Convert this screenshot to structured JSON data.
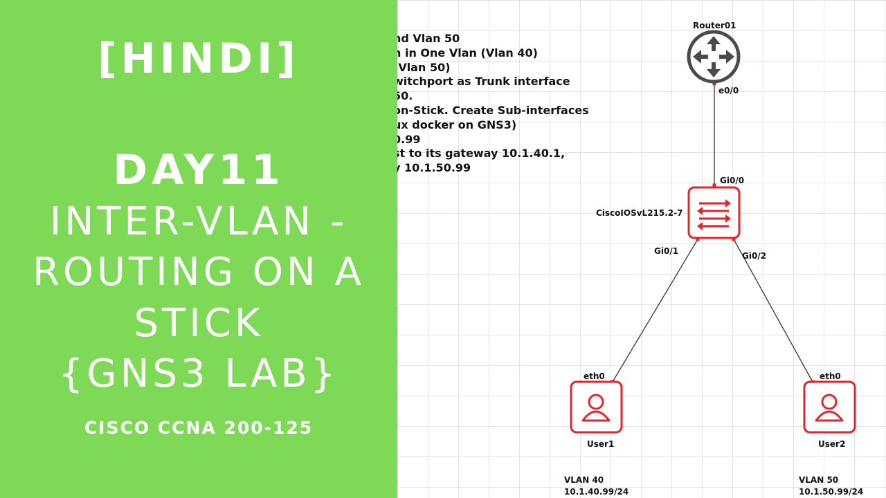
{
  "title_panel": {
    "tag": "[HINDI]",
    "day": "DAY11",
    "line1": "INTER-VLAN -",
    "line2": "ROUTING ON A",
    "line3": "STICK",
    "line4": "{GNS3 LAB}",
    "subtitle": "CISCO CCNA 200-125",
    "background_color": "#7ed957"
  },
  "notes": [
    "nd Vlan 50",
    "h in One Vlan (Vlan 40)",
    "(Vlan 50)",
    "witchport as Trunk interface",
    "50.",
    "on-Stick. Create Sub-interfaces",
    "ux docker on GNS3)",
    "0.99",
    "st to its gateway 10.1.40.1,",
    "y 10.1.50.99"
  ],
  "topology": {
    "router": {
      "name": "Router01",
      "port": "e0/0",
      "icon": "router-icon"
    },
    "switch": {
      "name": "CiscoIOSvL215.2-7",
      "port_up": "Gi0/0",
      "port_left": "Gi0/1",
      "port_right": "Gi0/2",
      "icon": "switch-icon"
    },
    "user1": {
      "name": "User1",
      "port": "eth0",
      "vlan": "VLAN 40",
      "ip": "10.1.40.99/24",
      "icon": "user-icon"
    },
    "user2": {
      "name": "User2",
      "port": "eth0",
      "vlan": "VLAN 50",
      "ip": "10.1.50.99/24",
      "icon": "user-icon"
    },
    "device_color": "#e0262b",
    "router_color": "#4a4a4a"
  }
}
